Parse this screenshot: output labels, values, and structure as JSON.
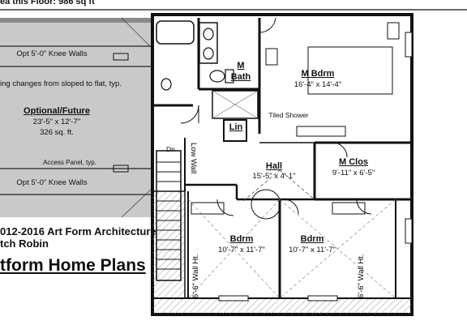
{
  "header": {
    "area_text": "ea this Floor: 986 sq ft"
  },
  "attic": {
    "knee_wall_top": "Opt 5'-0\" Knee Walls",
    "ceiling_note": "ing changes from sloped to flat, typ.",
    "optional_title": "Optional/Future",
    "optional_dims": "23'-5\" x 12'-7\"",
    "optional_area": "326 sq. ft.",
    "access_panel": "Access Panel, typ.",
    "knee_wall_bottom": "Opt 5'-0\" Knee Walls"
  },
  "rooms": {
    "m_bath_line1": "M",
    "m_bath_line2": "Bath",
    "m_bdrm_name": "M Bdrm",
    "m_bdrm_dims": "16'-4\" x 14'-4\"",
    "tiled_shower": "Tiled Shower",
    "lin": "Lin",
    "dn": "Dn",
    "low_wall": "Low Wall",
    "hall_name": "Hall",
    "hall_dims": "15'-5\" x 4'-1\"",
    "m_clos_name": "M Clos",
    "m_clos_dims": "9'-11\" x 6'-5\"",
    "bdrm1_name": "Bdrm",
    "bdrm1_dims": "10'-7\" x 11'-7\"",
    "bdrm2_name": "Bdrm",
    "bdrm2_dims": "10'-7\" x 11'-7\"",
    "wall_ht_left": "6'-6\" Wall Ht.",
    "wall_ht_right": "6'-6\" Wall Ht."
  },
  "footer": {
    "copyright": "012-2016 Art Form Architecture",
    "designer": "tch Robin",
    "brand": "tform Home Plans"
  }
}
